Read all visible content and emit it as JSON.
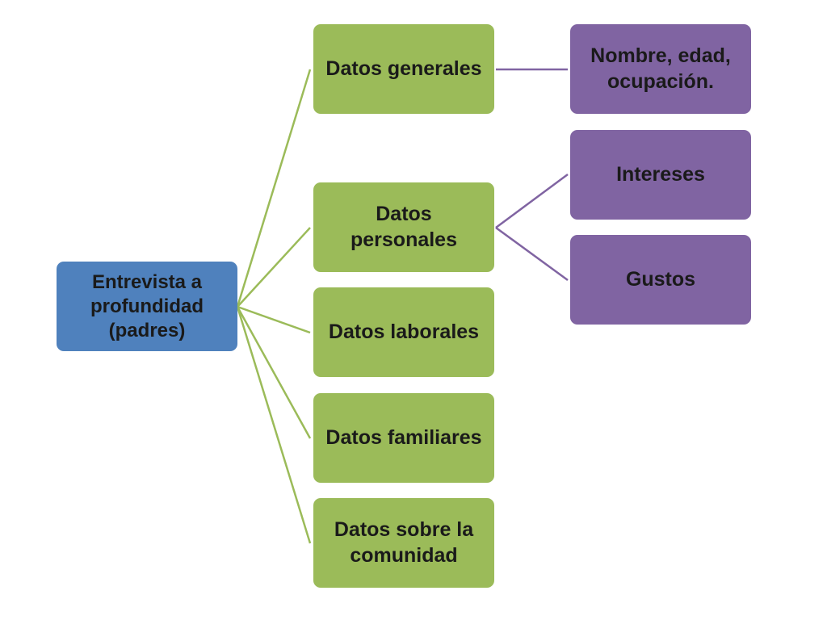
{
  "diagram": {
    "root": {
      "label": "Entrevista a\nprofundidad\n(padres)",
      "color": "#4f81bd"
    },
    "categories": [
      {
        "label": "Datos generales",
        "color": "#9bbb59"
      },
      {
        "label": "Datos\npersonales",
        "color": "#9bbb59"
      },
      {
        "label": "Datos laborales",
        "color": "#9bbb59"
      },
      {
        "label": "Datos familiares",
        "color": "#9bbb59"
      },
      {
        "label": "Datos sobre la\ncomunidad",
        "color": "#9bbb59"
      }
    ],
    "details": [
      {
        "label": "Nombre, edad,\nocupación.",
        "parent": "Datos generales",
        "color": "#8064a2"
      },
      {
        "label": "Intereses",
        "parent": "Datos personales",
        "color": "#8064a2"
      },
      {
        "label": "Gustos",
        "parent": "Datos personales",
        "color": "#8064a2"
      }
    ],
    "connector_colors": {
      "root_branch": "#9bbb59",
      "detail_branch": "#8064a2"
    }
  }
}
